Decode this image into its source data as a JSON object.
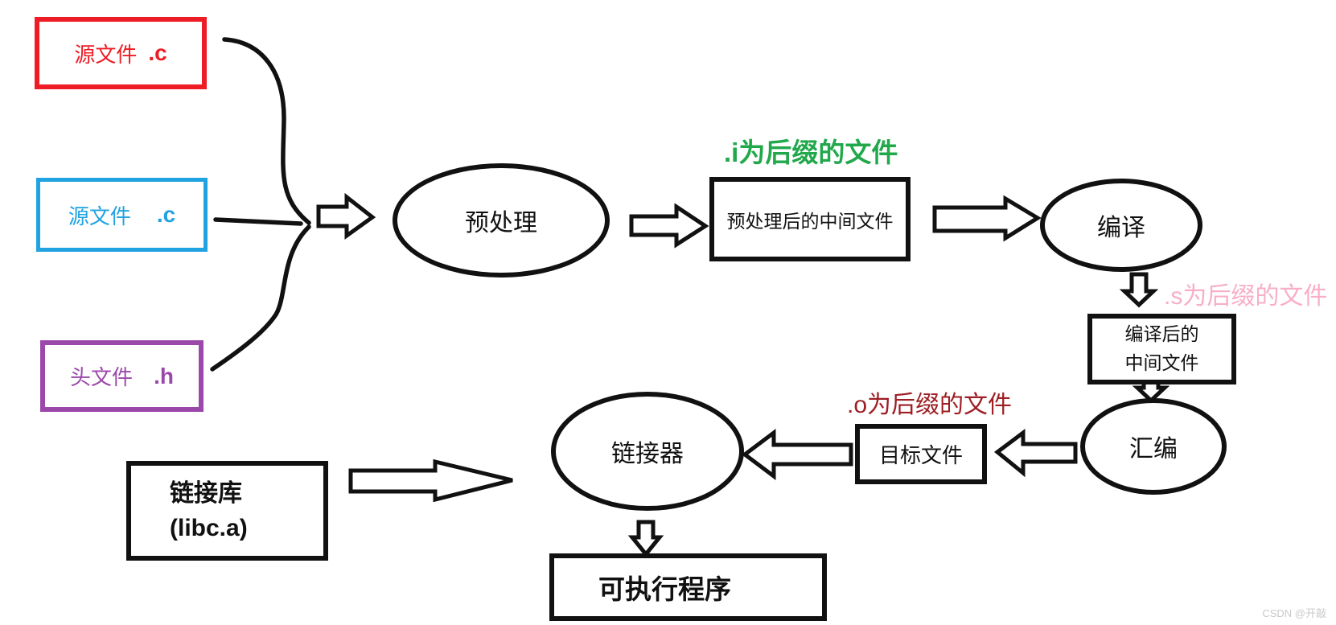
{
  "diagram": {
    "title_context": "C build pipeline flow diagram",
    "sources": {
      "source1": {
        "label": "源文件",
        "ext": ".c"
      },
      "source2": {
        "label": "源文件",
        "ext": ".c"
      },
      "header": {
        "label": "头文件",
        "ext": ".h"
      }
    },
    "stages": {
      "preprocess": "预处理",
      "compile": "编译",
      "assemble": "汇编",
      "linker": "链接器"
    },
    "artifacts": {
      "preprocessed": "预处理后的中间文件",
      "compiled_line1": "编译后的",
      "compiled_line2": "中间文件",
      "object": "目标文件",
      "library_line1": "链接库",
      "library_line2": "(libc.a)",
      "executable": "可执行程序"
    },
    "annotations": {
      "i_suffix": ".i为后缀的文件",
      "s_suffix": ".s为后缀的文件",
      "o_suffix": ".o为后缀的文件"
    },
    "watermark": "CSDN @开敲",
    "colors": {
      "source1_red": "#ee1c25",
      "source2_blue": "#21a3e1",
      "header_purple": "#9c48ab",
      "i_suffix_green": "#21a84b",
      "s_suffix_pink": "#f8afc6",
      "o_suffix_darkred": "#9e1e24",
      "shape_black": "#111111",
      "watermark_gray": "#c9c9c9"
    }
  }
}
